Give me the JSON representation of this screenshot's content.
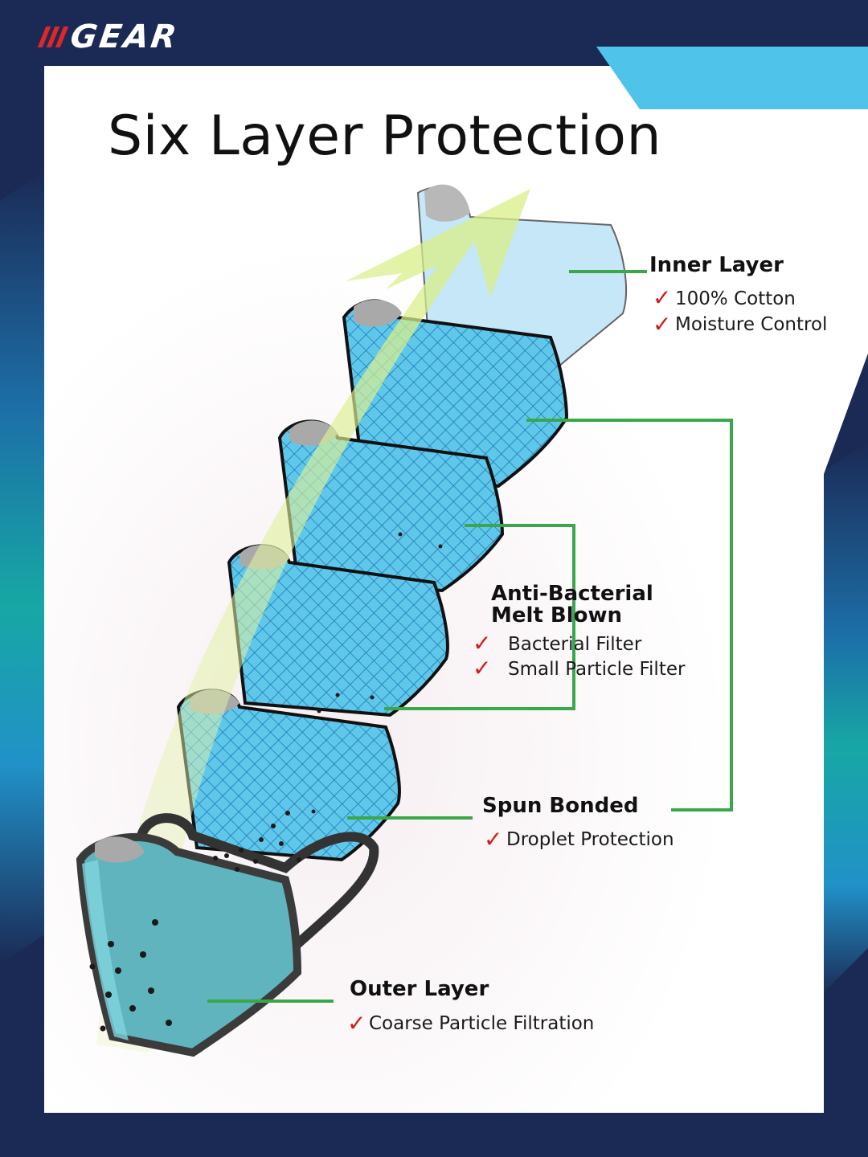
{
  "brand": {
    "logo_text": "GEAR"
  },
  "title": "Six Layer Protection",
  "layers": {
    "inner": {
      "heading": "Inner Layer",
      "features": [
        "100% Cotton",
        "Moisture Control"
      ]
    },
    "anti_bacterial": {
      "heading_line1": "Anti-Bacterial",
      "heading_line2": "Melt Blown",
      "features": [
        "Bacterial Filter",
        "Small Particle Filter"
      ]
    },
    "spun_bonded": {
      "heading": "Spun Bonded",
      "features": [
        "Droplet Protection"
      ]
    },
    "outer": {
      "heading": "Outer Layer",
      "features": [
        "Coarse Particle Filtration"
      ]
    }
  },
  "icons": {
    "check": "checkmark-icon"
  },
  "colors": {
    "navy": "#1b2a55",
    "sky": "#4fc3ea",
    "teal": "#16a6a3",
    "connector_green": "#3aa84a",
    "check_red": "#d11a1a",
    "mask_mesh": "#5fc8ea",
    "mask_outer": "#5fb4bd"
  }
}
